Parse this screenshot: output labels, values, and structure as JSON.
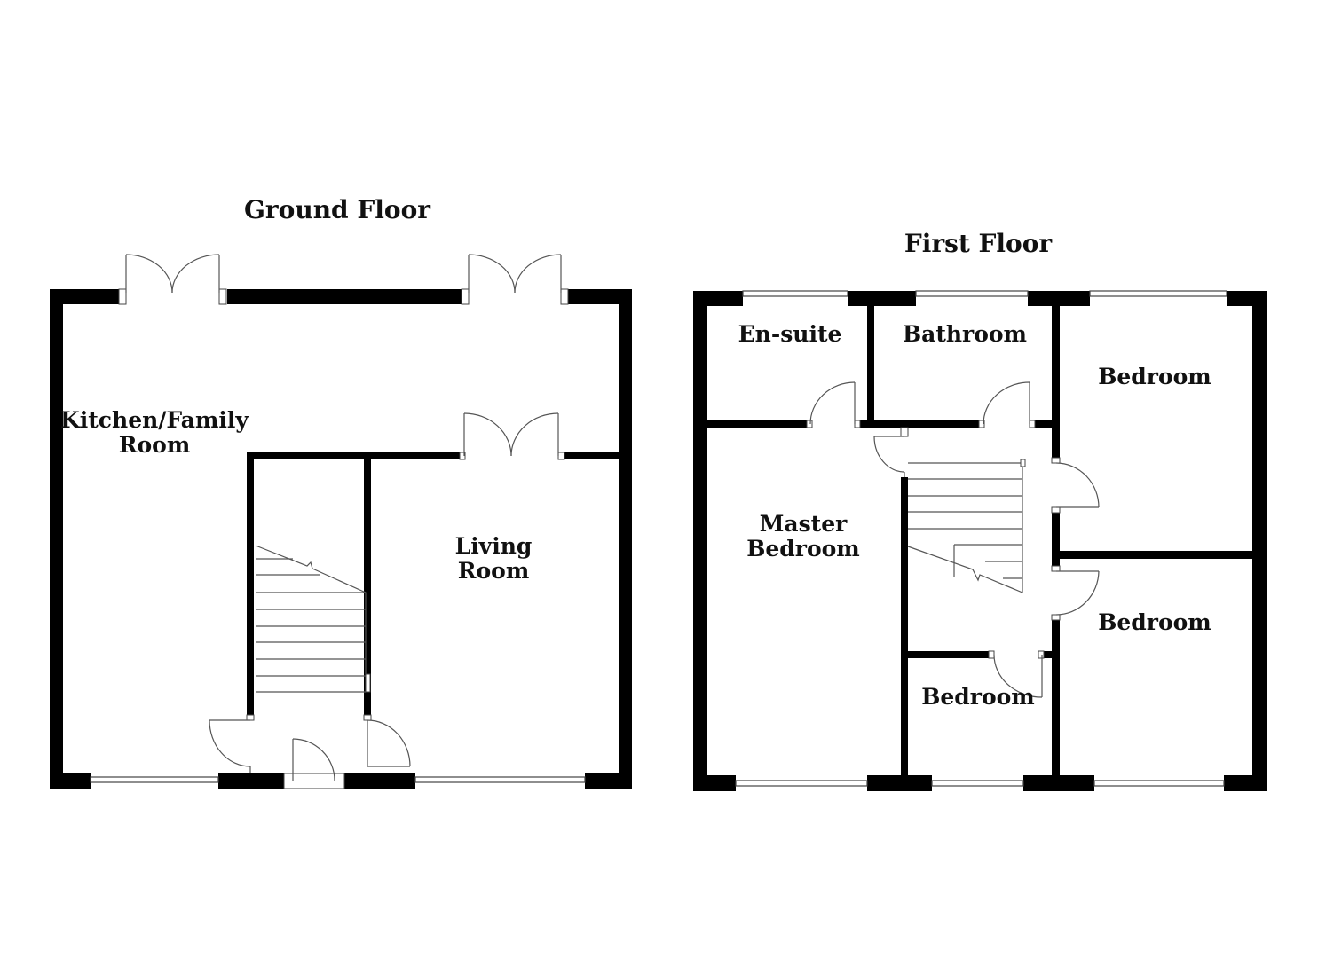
{
  "floors": [
    {
      "title": "Ground Floor",
      "rooms": [
        {
          "lines": [
            "Kitchen/Family",
            "Room"
          ]
        },
        {
          "lines": [
            "Living",
            "Room"
          ]
        }
      ]
    },
    {
      "title": "First Floor",
      "rooms": [
        {
          "lines": [
            "En-suite"
          ]
        },
        {
          "lines": [
            "Bathroom"
          ]
        },
        {
          "lines": [
            "Bedroom"
          ]
        },
        {
          "lines": [
            "Master",
            "Bedroom"
          ]
        },
        {
          "lines": [
            "Bedroom"
          ]
        },
        {
          "lines": [
            "Bedroom"
          ]
        }
      ]
    }
  ],
  "colors": {
    "wall": "#000000",
    "background": "#ffffff",
    "fixture": "#555555"
  }
}
